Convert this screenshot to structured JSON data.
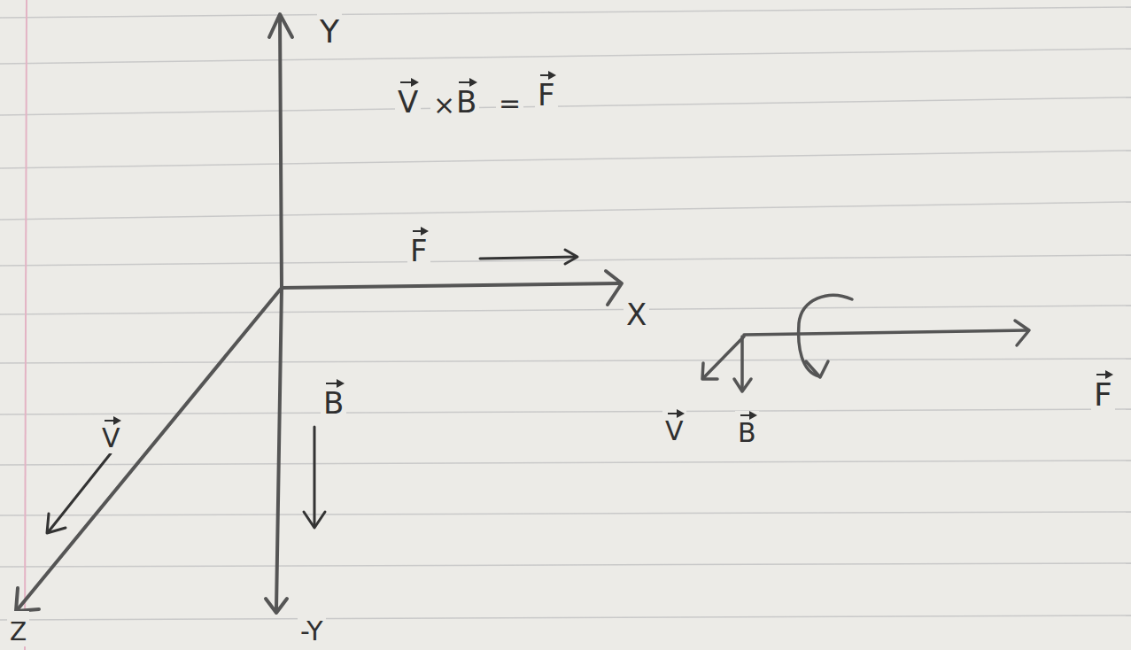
{
  "diagram": {
    "labels": [
      "Y",
      "V",
      "×",
      "B",
      "=",
      "F",
      "F",
      "X",
      "B",
      "V",
      "V",
      "B",
      "F",
      "Z",
      "-Y"
    ]
  }
}
